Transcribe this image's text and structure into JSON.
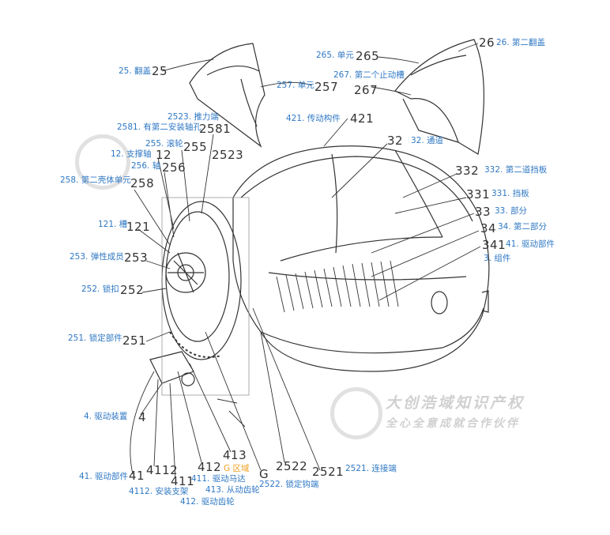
{
  "watermark": {
    "line1": "大创浩域知识产权",
    "line2": "全心全意成就合作伙伴"
  },
  "colors": {
    "label": "#2f78c4",
    "region": "#f0a020",
    "line": "#333333"
  },
  "labels": [
    {
      "id": "25",
      "num": "25",
      "text": "25. 翻盖"
    },
    {
      "id": "257",
      "num": "257",
      "text": "257. 单元"
    },
    {
      "id": "265",
      "num": "265",
      "text": "265. 单元"
    },
    {
      "id": "267",
      "num": "267",
      "text": "267. 第二个止动槽"
    },
    {
      "id": "26",
      "num": "26",
      "text": "26. 第二翻盖"
    },
    {
      "id": "2523",
      "num": "2523",
      "text": "2523. 推力端"
    },
    {
      "id": "2581",
      "num": "2581",
      "text": "2581. 有第二安装轴孔"
    },
    {
      "id": "421",
      "num": "421",
      "text": "421. 传动构件"
    },
    {
      "id": "255",
      "num": "255",
      "text": "255. 滚轮"
    },
    {
      "id": "12",
      "num": "12",
      "text": "12. 支撑轴"
    },
    {
      "id": "32",
      "num": "32",
      "text": "32. 通道"
    },
    {
      "id": "256",
      "num": "256",
      "text": "256. 轴"
    },
    {
      "id": "332",
      "num": "332",
      "text": "332. 第二道挡板"
    },
    {
      "id": "258",
      "num": "258",
      "text": "258. 第二壳体单元"
    },
    {
      "id": "331",
      "num": "331",
      "text": "331. 挡板"
    },
    {
      "id": "33",
      "num": "33",
      "text": "33. 部分"
    },
    {
      "id": "121",
      "num": "121",
      "text": "121. 槽"
    },
    {
      "id": "34",
      "num": "34",
      "text": "34. 第二部分"
    },
    {
      "id": "341",
      "num": "341",
      "text": "41. 驱动部件"
    },
    {
      "id": "3",
      "num": "",
      "text": "3. 组件"
    },
    {
      "id": "253",
      "num": "253",
      "text": "253. 弹性成员"
    },
    {
      "id": "252",
      "num": "252",
      "text": "252. 锁扣"
    },
    {
      "id": "251",
      "num": "251",
      "text": "251. 锁定部件"
    },
    {
      "id": "4",
      "num": "4",
      "text": "4. 驱动装置"
    },
    {
      "id": "41",
      "num": "41",
      "text": "41. 驱动部件"
    },
    {
      "id": "4112",
      "num": "4112",
      "text": "4112. 安装支架"
    },
    {
      "id": "411",
      "num": "411",
      "text": "411. 驱动马达"
    },
    {
      "id": "412",
      "num": "412",
      "text": "412. 驱动齿轮"
    },
    {
      "id": "413",
      "num": "413",
      "text": "413. 从动齿轮"
    },
    {
      "id": "2522",
      "num": "2522",
      "text": "2522. 锁定钩端"
    },
    {
      "id": "2521",
      "num": "2521",
      "text": "2521. 连接端"
    }
  ],
  "region": {
    "text": "G 区域",
    "num": "G"
  }
}
